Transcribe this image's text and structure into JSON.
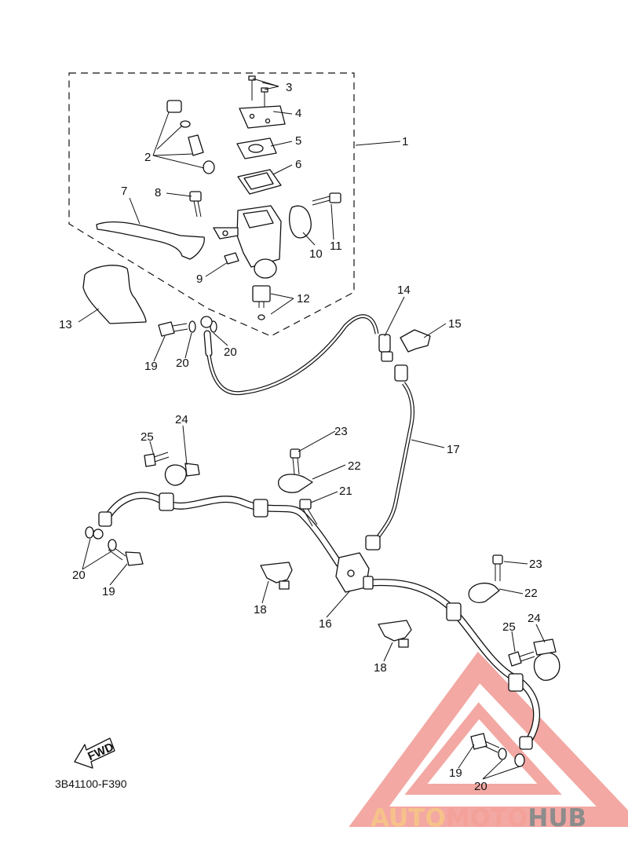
{
  "diagram": {
    "part_labels": {
      "p1": "1",
      "p2": "2",
      "p3": "3",
      "p4": "4",
      "p5": "5",
      "p6": "6",
      "p7": "7",
      "p8": "8",
      "p9": "9",
      "p10": "10",
      "p11": "11",
      "p12": "12",
      "p13": "13",
      "p14": "14",
      "p15": "15",
      "p16": "16",
      "p17": "17",
      "p18a": "18",
      "p18b": "18",
      "p19a": "19",
      "p19b": "19",
      "p19c": "19",
      "p20a": "20",
      "p20b": "20",
      "p20c": "20",
      "p20d": "20",
      "p21": "21",
      "p22a": "22",
      "p22b": "22",
      "p23a": "23",
      "p23b": "23",
      "p24a": "24",
      "p24b": "24",
      "p25a": "25",
      "p25b": "25"
    },
    "fwd_label": "FWD",
    "diagram_code": "3B41100-F390"
  },
  "watermark": {
    "part1": "AUTO",
    "part2": "MOTO",
    "part3": "HUB",
    "color_auto": "#f6c28a",
    "color_moto": "#f4a19a",
    "color_hub": "#8c8c8c",
    "triangle_color": "#f08b85"
  }
}
